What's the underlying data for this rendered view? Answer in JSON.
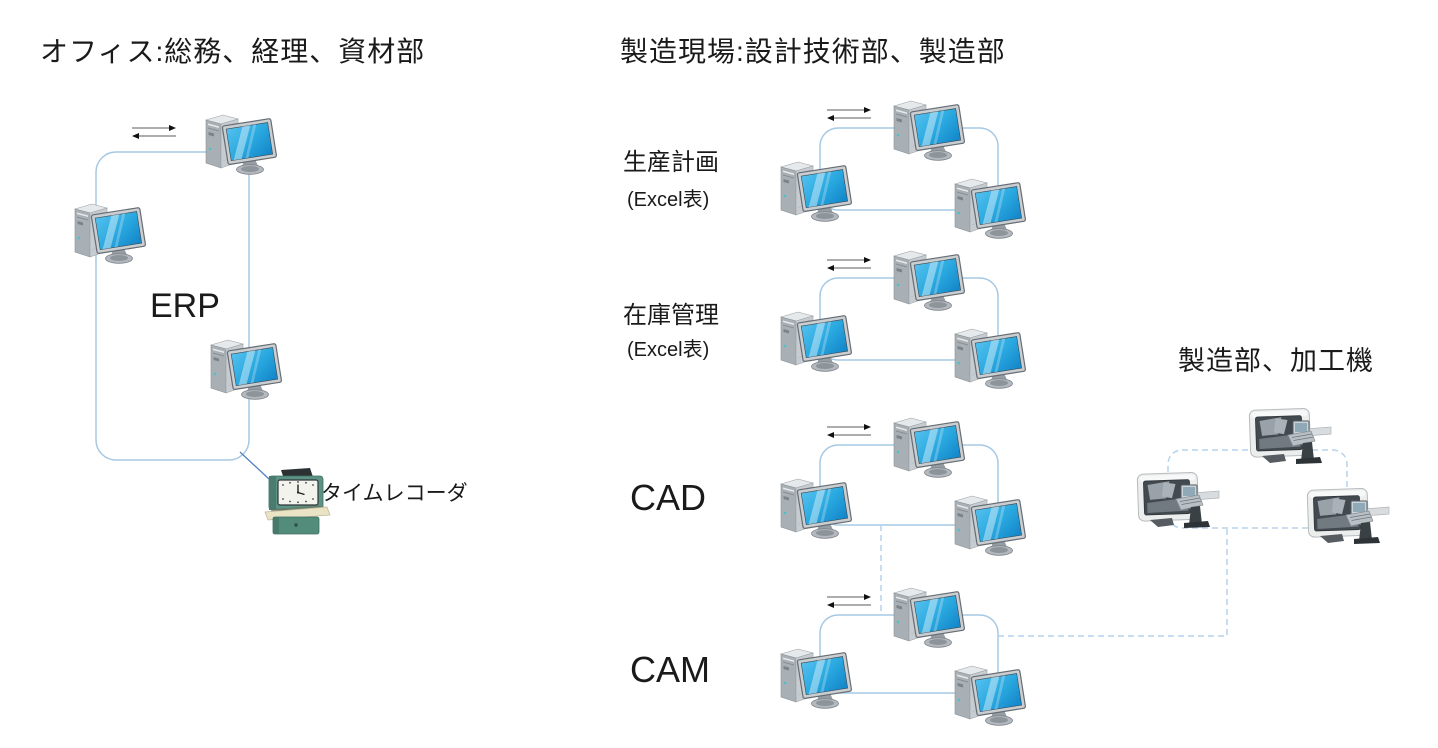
{
  "titles": {
    "office": "オフィス:総務、経理、資材部",
    "factory": "製造現場:設計技術部、製造部"
  },
  "office_network": {
    "system_label": "ERP",
    "computer_count": 3,
    "time_recorder_label": "タイムレコーダ"
  },
  "factory_groups": [
    {
      "label": "生産計画",
      "sublabel": "(Excel表)",
      "computer_count": 3
    },
    {
      "label": "在庫管理",
      "sublabel": "(Excel表)",
      "computer_count": 3
    },
    {
      "label": "CAD",
      "sublabel": "",
      "computer_count": 3
    },
    {
      "label": "CAM",
      "sublabel": "",
      "computer_count": 3
    }
  ],
  "machine_group": {
    "label": "製造部、加工機",
    "machine_count": 3
  },
  "icons": {
    "computer": "desktop-computer-icon",
    "machine": "cnc-machine-icon",
    "time_recorder": "time-recorder-icon",
    "sync_arrows": "bidirectional-arrows-icon"
  },
  "colors": {
    "background": "#ffffff",
    "text": "#1a1a1a",
    "solid_line": "#a5c8e4",
    "dashed_line": "#b5d4ec",
    "recorder_link_line": "#4f81bd",
    "screen_blue": "#2aa9e0",
    "arrow_line": "#8f9294",
    "arrow_head": "#111111"
  }
}
